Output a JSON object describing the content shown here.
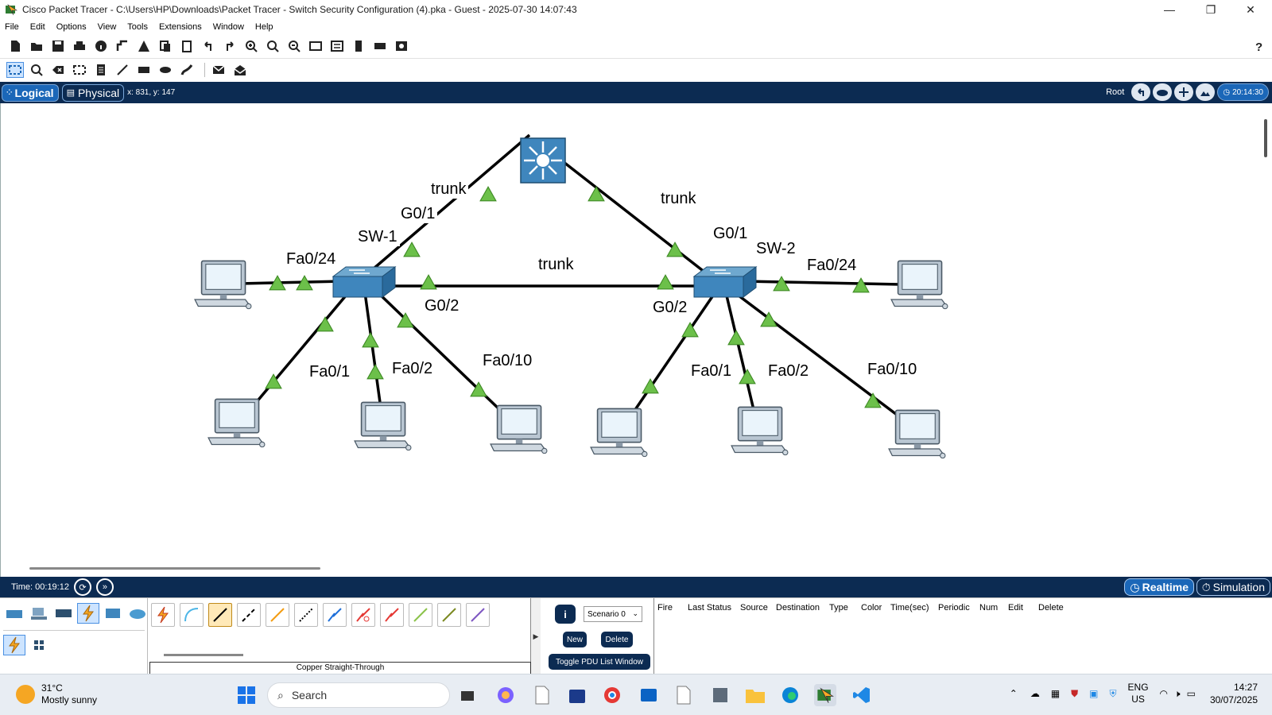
{
  "window": {
    "title": "Cisco Packet Tracer - C:\\Users\\HP\\Downloads\\Packet Tracer - Switch Security Configuration (4).pka - Guest - 2025-07-30 14:07:43",
    "minimize": "—",
    "restore": "❐",
    "close": "✕"
  },
  "menu": [
    "File",
    "Edit",
    "Options",
    "View",
    "Tools",
    "Extensions",
    "Window",
    "Help"
  ],
  "workspace": {
    "logical_label": "Logical",
    "physical_label": "Physical",
    "coords": "x: 831, y: 147",
    "root_label": "Root",
    "clock": "20:14:30"
  },
  "topology": {
    "labels": {
      "trunk_left": "trunk",
      "trunk_right": "trunk",
      "trunk_middle": "trunk",
      "sw1_g01": "G0/1",
      "sw1_name": "SW-1",
      "sw1_fa024": "Fa0/24",
      "sw1_g02": "G0/2",
      "sw1_fa01": "Fa0/1",
      "sw1_fa02": "Fa0/2",
      "sw1_fa010": "Fa0/10",
      "sw2_g01": "G0/1",
      "sw2_name": "SW-2",
      "sw2_fa024": "Fa0/24",
      "sw2_g02": "G0/2",
      "sw2_fa01": "Fa0/1",
      "sw2_fa02": "Fa0/2",
      "sw2_fa010": "Fa0/10"
    },
    "link_color": "#000000",
    "port_up_color": "#6cc04a"
  },
  "timebar": {
    "time": "Time: 00:19:12",
    "realtime": "Realtime",
    "simulation": "Simulation"
  },
  "bottom": {
    "cable_label": "Copper Straight-Through",
    "info": "i",
    "scenario": "Scenario 0",
    "new_btn": "New",
    "delete_btn": "Delete",
    "toggle_btn": "Toggle PDU List Window",
    "pdu_columns": [
      "Fire",
      "Last Status",
      "Source",
      "Destination",
      "Type",
      "Color",
      "Time(sec)",
      "Periodic",
      "Num",
      "Edit",
      "Delete"
    ]
  },
  "taskbar": {
    "temp": "31°C",
    "weather": "Mostly sunny",
    "search": "Search",
    "lang1": "ENG",
    "lang2": "US",
    "time": "14:27",
    "date": "30/07/2025"
  },
  "colors": {
    "navy": "#0c2b52",
    "accent": "#1b67b8",
    "port": "#6cc04a"
  }
}
